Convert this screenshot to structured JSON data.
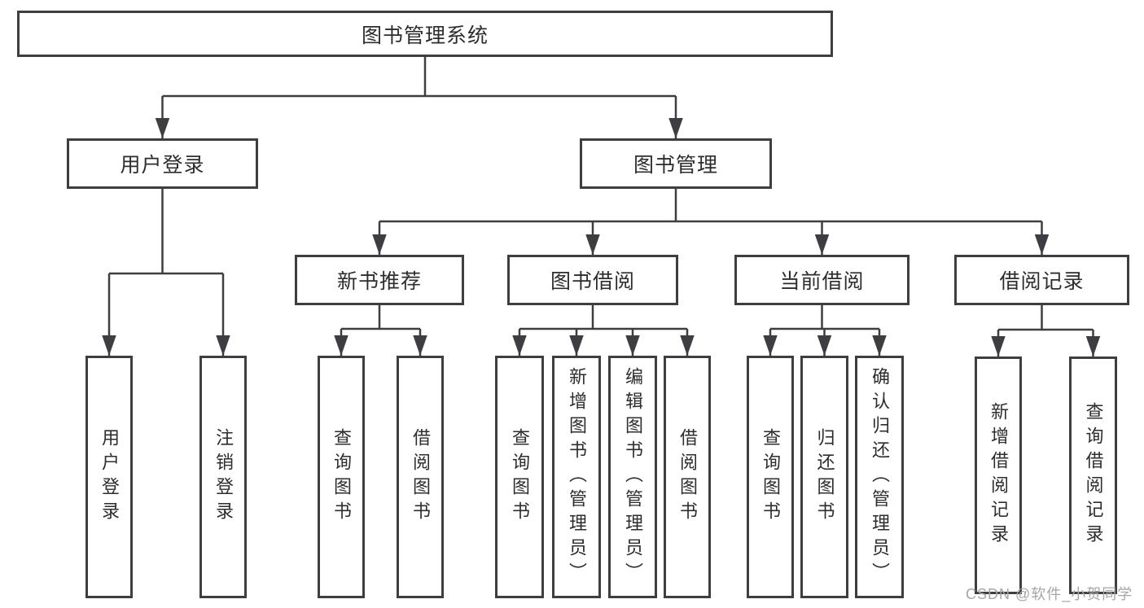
{
  "tree": {
    "label": "图书管理系统",
    "children": [
      {
        "label": "用户登录",
        "children": [
          {
            "label": "用户登录"
          },
          {
            "label": "注销登录"
          }
        ]
      },
      {
        "label": "图书管理",
        "children": [
          {
            "label": "新书推荐",
            "children": [
              {
                "label": "查询图书"
              },
              {
                "label": "借阅图书"
              }
            ]
          },
          {
            "label": "图书借阅",
            "children": [
              {
                "label": "查询图书"
              },
              {
                "label": "新增图书（管理员）"
              },
              {
                "label": "编辑图书（管理员）"
              },
              {
                "label": "借阅图书"
              }
            ]
          },
          {
            "label": "当前借阅",
            "children": [
              {
                "label": "查询图书"
              },
              {
                "label": "归还图书"
              },
              {
                "label": "确认归还（管理员）"
              }
            ]
          },
          {
            "label": "借阅记录",
            "children": [
              {
                "label": "新增借阅记录"
              },
              {
                "label": "查询借阅记录"
              }
            ]
          }
        ]
      }
    ]
  },
  "watermark": {
    "text": "CSDN @软件_小贺同学"
  },
  "colors": {
    "line": "#3e3e42",
    "text": "#2d2d2d",
    "watermark": "#a6a6a6",
    "bg": "#ffffff"
  }
}
